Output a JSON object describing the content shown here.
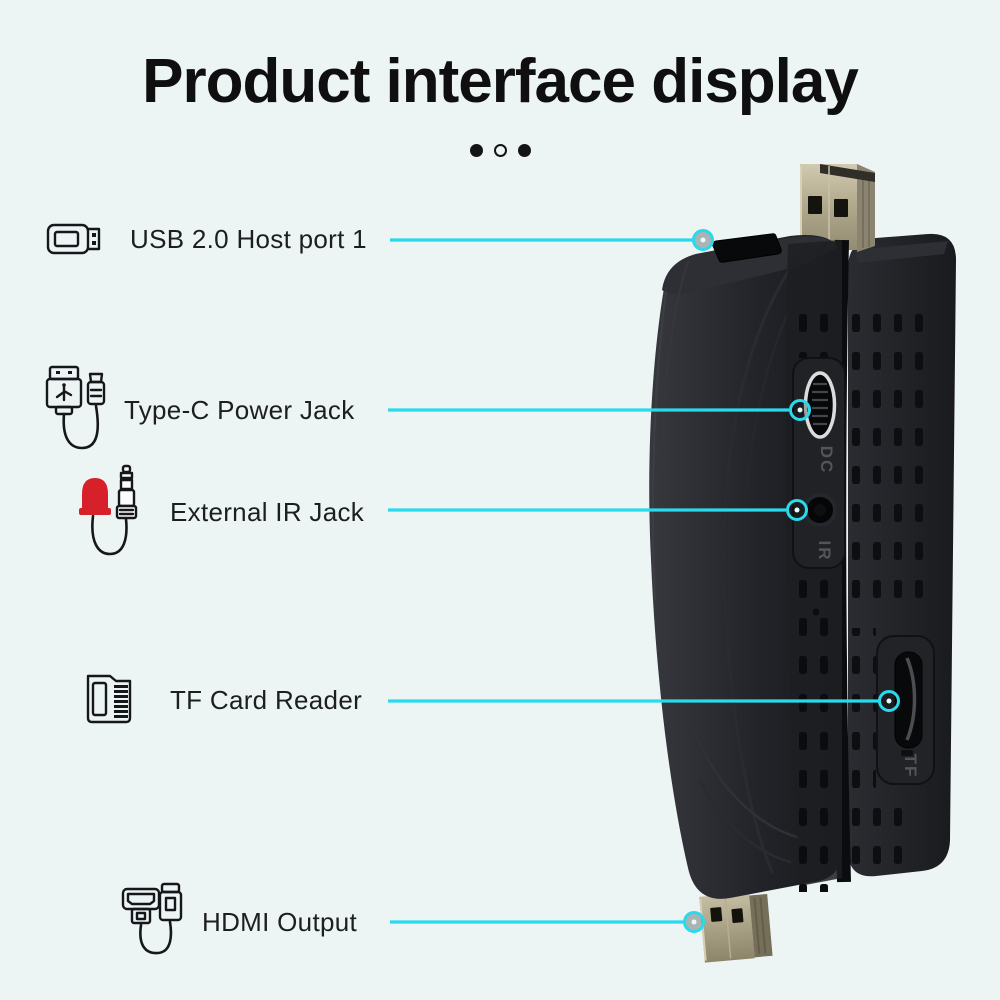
{
  "colors": {
    "background": "#edf4f4",
    "accent_cyan": "#29d9ec",
    "title_black": "#0f0f10",
    "device_black": "#222328",
    "hdmi_gold": "#b3ab8f",
    "ir_red": "#d6202a"
  },
  "header": {
    "title": "Product interface display",
    "dots": [
      {
        "style": "filled"
      },
      {
        "style": "hollow"
      },
      {
        "style": "filled"
      }
    ]
  },
  "callouts": [
    {
      "id": "usb",
      "icon": "usb-plug-icon",
      "label": "USB 2.0 Host port 1"
    },
    {
      "id": "typec",
      "icon": "usb-cable-icon",
      "label": "Type-C Power Jack"
    },
    {
      "id": "ir",
      "icon": "ir-cable-icon",
      "label": "External IR Jack"
    },
    {
      "id": "tf",
      "icon": "tf-card-icon",
      "label": "TF Card Reader"
    },
    {
      "id": "hdmi",
      "icon": "hdmi-cable-icon",
      "label": "HDMI Output"
    }
  ],
  "device": {
    "port_labels": {
      "dc": "DC",
      "ir": "IR",
      "tf": "TF"
    }
  }
}
